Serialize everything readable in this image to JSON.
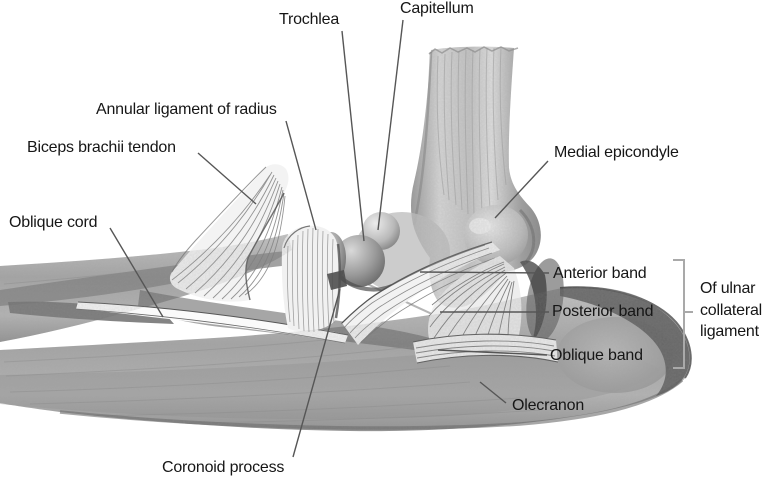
{
  "figure": {
    "kind": "anatomical-diagram",
    "subject": "Medial view of the elbow joint ligaments (pencil illustration)",
    "labels": {
      "trochlea": "Trochlea",
      "capitellum": "Capitellum",
      "annular_ligament": "Annular ligament of radius",
      "biceps_tendon": "Biceps brachii tendon",
      "oblique_cord": "Oblique cord",
      "medial_epicondyle": "Medial epicondyle",
      "anterior_band": "Anterior band",
      "posterior_band": "Posterior band",
      "oblique_band": "Oblique band",
      "ucl_group": "Of ulnar\ncollateral\nligament",
      "olecranon": "Olecranon",
      "coronoid_process": "Coronoid process"
    },
    "colors": {
      "background": "#ffffff",
      "label_text": "#161616",
      "leader_line": "#565656",
      "bracket": "#a9a9a9",
      "bone_light": "#e8e8e8",
      "bone_mid": "#b0b0b0",
      "bone_dark": "#4a4a4a",
      "fiber_white": "#f3f3f3"
    }
  }
}
